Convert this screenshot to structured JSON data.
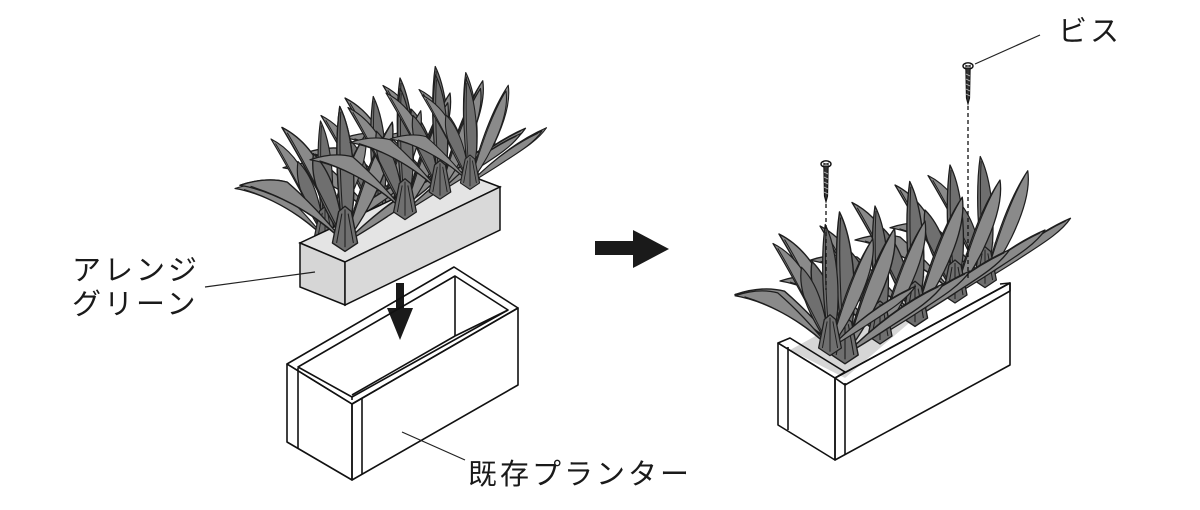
{
  "labels": {
    "arrange_green_line1": "アレンジ",
    "arrange_green_line2": "グリーン",
    "existing_planter": "既存プランター",
    "screw": "ビス"
  },
  "colors": {
    "foliage": "#8a8a8a",
    "foliage_dark": "#6f6f6f",
    "foam_block": "#d6d6d6",
    "foam_block_top": "#e4e4e4",
    "planter": "#ffffff",
    "outline": "#111111",
    "arrow": "#1a1a1a"
  },
  "icons": {
    "step_arrow": "arrow-right-icon",
    "insert_arrow": "arrow-down-icon",
    "screw": "screw-icon"
  }
}
